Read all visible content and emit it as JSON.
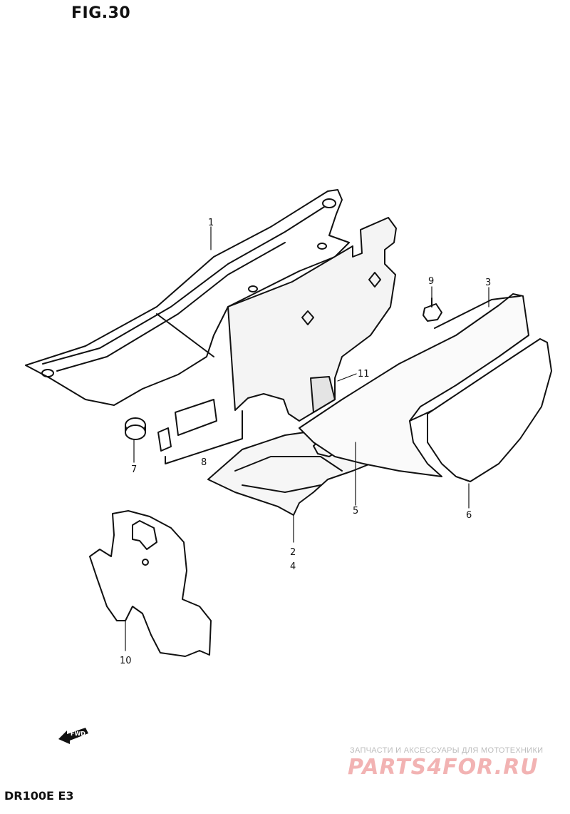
{
  "figure": {
    "title": "FIG.30",
    "model": "DR100E  E3"
  },
  "callouts": {
    "p1": "1",
    "p2": "2",
    "p3": "3",
    "p4": "4",
    "p5": "5",
    "p6": "6",
    "p7": "7",
    "p8": "8",
    "p9": "9",
    "p10": "10",
    "p11": "11"
  },
  "direction_arrow": {
    "label": "FWD",
    "icon": "arrow-left-icon"
  },
  "watermark": {
    "caption": "ЗАПЧАСТИ И АКСЕССУАРЫ ДЛЯ МОТОТЕХНИКИ",
    "logo": "PARTS4FOR.RU",
    "color": "#f2b3b3"
  }
}
